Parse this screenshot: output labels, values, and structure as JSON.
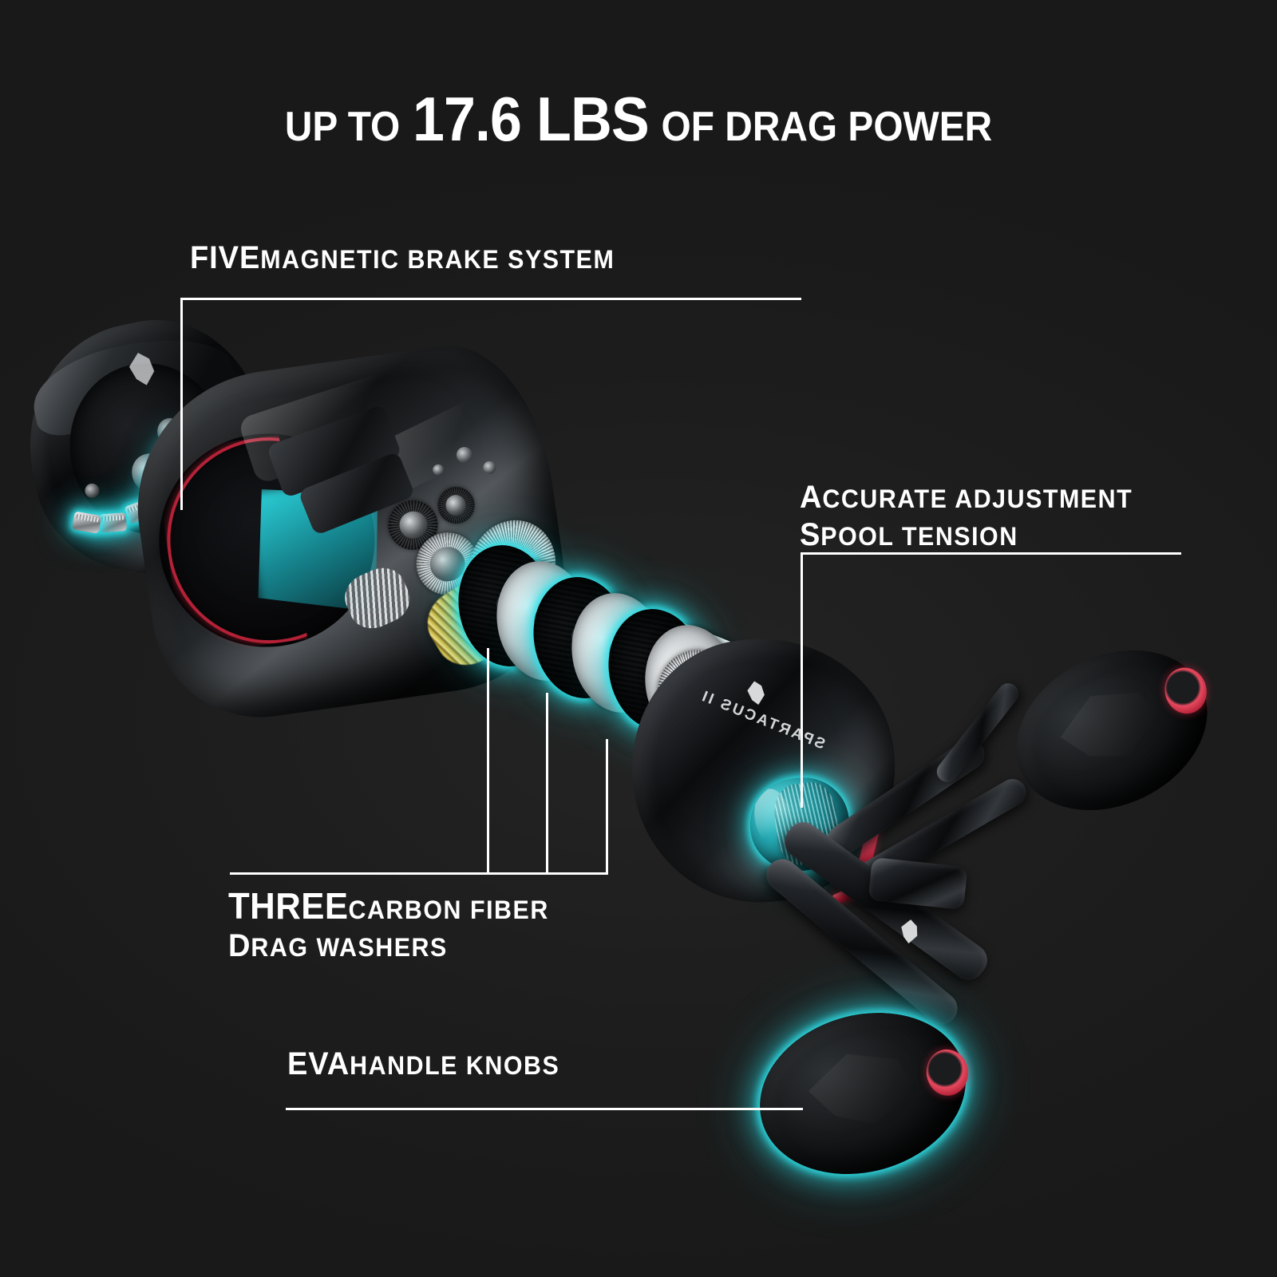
{
  "background_color": "#1c1c1c",
  "accent_glow_color": "#2ee0e8",
  "accent_red_color": "#cd263e",
  "text_color": "#ffffff",
  "headline": {
    "prefix": "UP TO",
    "value": "17.6 LBS",
    "suffix": "OF DRAG POWER"
  },
  "callouts": [
    {
      "id": "magnetic-brake",
      "line1_lead": "FIVE",
      "line1_rest": "MAGNETIC BRAKE SYSTEM",
      "line2_lead": "",
      "line2_rest": ""
    },
    {
      "id": "spool-tension",
      "line1_lead": "A",
      "line1_rest": "CCURATE ADJUSTMENT",
      "line2_lead": "S",
      "line2_rest": "POOL TENSION"
    },
    {
      "id": "drag-washers",
      "line1_lead": "THREE",
      "line1_rest": "CARBON FIBER",
      "line2_lead": "D",
      "line2_rest": "RAG WASHERS"
    },
    {
      "id": "eva-knobs",
      "line1_lead": "EVA",
      "line1_rest": "HANDLE KNOBS",
      "line2_lead": "",
      "line2_rest": ""
    }
  ],
  "product": {
    "brand_text": "SPARTACUS II",
    "magnet_count": 5,
    "carbon_washer_count": 3,
    "handle_knob_count": 2
  }
}
